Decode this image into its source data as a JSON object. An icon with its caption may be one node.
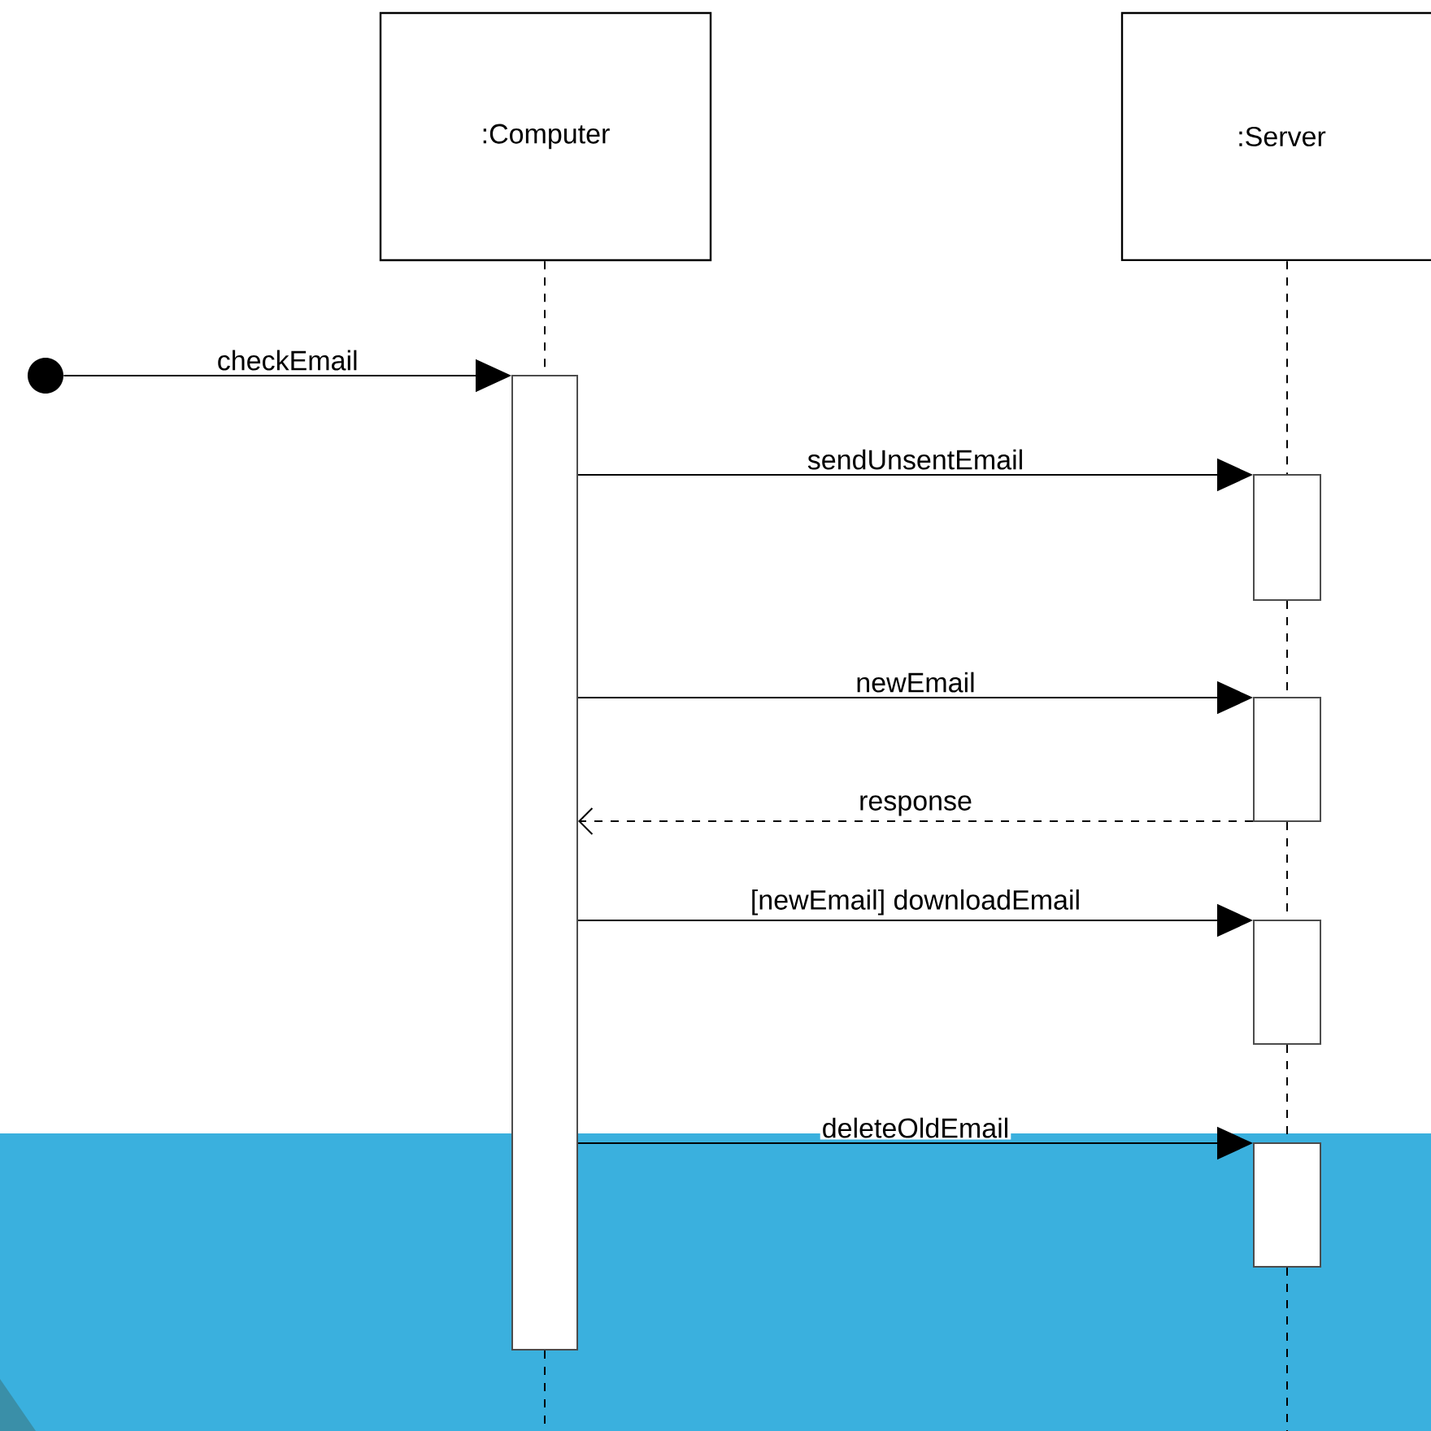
{
  "diagram": {
    "nodes": [
      {
        "text": [
          ":Computer"
        ]
      },
      {
        "text": [
          ":Server"
        ]
      },
      {
        "text": [],
        "shape": "circle"
      },
      {
        "text": [],
        "shape": "bar"
      },
      {
        "text": [],
        "shape": "bar"
      },
      {
        "text": [],
        "shape": "bar"
      },
      {
        "text": [],
        "shape": "bar"
      },
      {
        "text": [],
        "shape": "bar"
      }
    ],
    "edges": [
      {
        "from": 0,
        "to": 3,
        "arrow": "none",
        "style": "dashed"
      },
      {
        "from": 1,
        "to": 4,
        "arrow": "none",
        "style": "dashed"
      },
      {
        "from": 4,
        "to": 5,
        "arrow": "none",
        "style": "dashed"
      },
      {
        "from": 5,
        "to": 6,
        "arrow": "none",
        "style": "dashed"
      },
      {
        "from": 6,
        "to": 7,
        "arrow": "none",
        "style": "dashed"
      },
      {
        "from": 3,
        "to": null,
        "arrow": "none",
        "style": "dashed"
      },
      {
        "from": 7,
        "to": null,
        "arrow": "none",
        "style": "dashed"
      },
      {
        "from": 2,
        "to": 3,
        "arrow": "to",
        "label": "checkEmail"
      },
      {
        "from": 3,
        "to": 4,
        "arrow": "to",
        "label": "sendUnsentEmail"
      },
      {
        "from": 3,
        "to": 5,
        "arrow": "to",
        "label": "newEmail"
      },
      {
        "from": 5,
        "to": 3,
        "arrow": "to",
        "label": "response",
        "style": "dashed"
      },
      {
        "from": 3,
        "to": 6,
        "arrow": "to",
        "label": "[newEmail] downloadEmail"
      },
      {
        "from": 3,
        "to": 7,
        "arrow": "to",
        "label": "deleteOldEmail"
      }
    ]
  }
}
